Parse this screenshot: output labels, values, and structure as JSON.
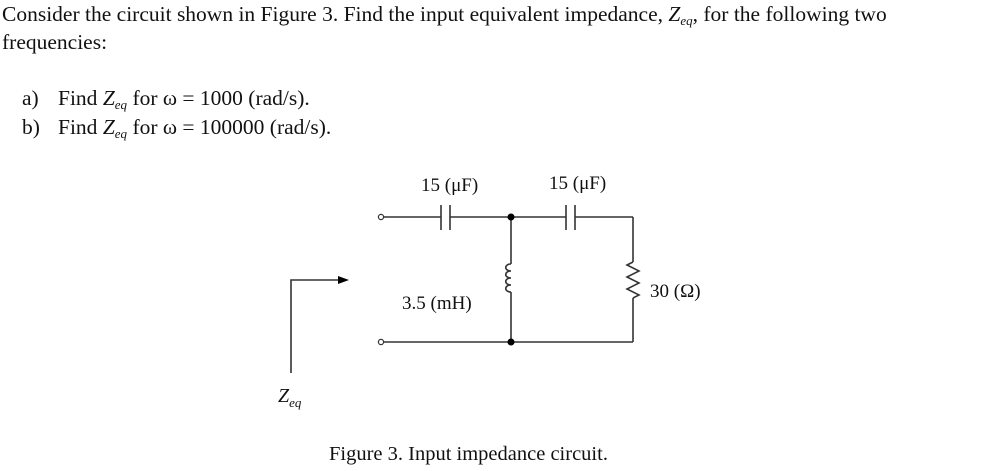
{
  "problem": {
    "intro_line1_a": "Consider the circuit shown in Figure 3.  Find the input equivalent impedance, ",
    "zeq_symbol": "Z",
    "zeq_subscript": "eq",
    "intro_line1_b": ", for the following two",
    "intro_line2": "frequencies:",
    "parts": [
      {
        "marker": "a)",
        "prefix": "Find ",
        "symbol": "Z",
        "subscript": "eq",
        "suffix": " for ω = 1000 (rad/s)."
      },
      {
        "marker": "b)",
        "prefix": "Find ",
        "symbol": "Z",
        "subscript": "eq",
        "suffix": " for ω = 100000 (rad/s)."
      }
    ]
  },
  "circuit": {
    "capacitor_1_label": "15 (μF)",
    "capacitor_2_label": "15 (μF)",
    "inductor_label": "3.5 (mH)",
    "resistor_label": "30 (Ω)",
    "input_label_symbol": "Z",
    "input_label_subscript": "eq",
    "colors": {
      "wire": "#333333",
      "node": "#000000"
    }
  },
  "figure": {
    "caption": "Figure 3.  Input impedance circuit."
  }
}
